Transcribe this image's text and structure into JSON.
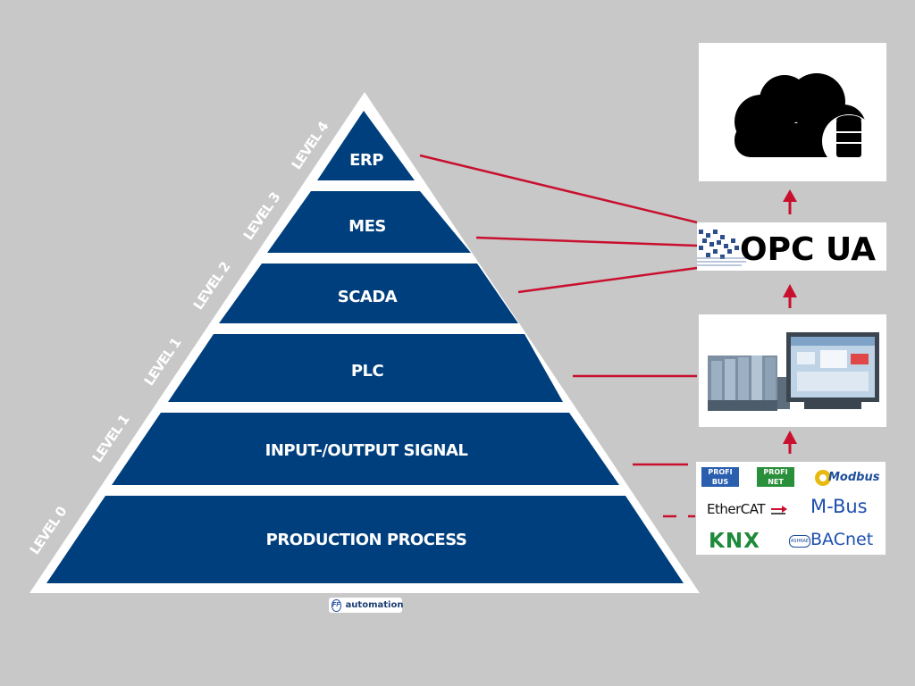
{
  "pyramid": {
    "tiers": [
      {
        "label": "ERP"
      },
      {
        "label": "MES"
      },
      {
        "label": "SCADA"
      },
      {
        "label": "PLC"
      },
      {
        "label": "INPUT-/OUTPUT SIGNAL"
      },
      {
        "label": "PRODUCTION PROCESS"
      }
    ],
    "levels": [
      "LEVEL 4",
      "LEVEL 3",
      "LEVEL 2",
      "LEVEL 1",
      "LEVEL 1",
      "LEVEL 0"
    ]
  },
  "right_stack": {
    "opc_label": "OPC UA",
    "protocols": {
      "profibus": "PROFI BUS",
      "profinet": "PROFI NET",
      "modbus": "Modbus",
      "ethercat": "EtherCAT",
      "mbus": "M-Bus",
      "knx": "KNX",
      "ashrae": "ASHRAE",
      "bacnet": "BACnet"
    }
  },
  "brand": {
    "name": "automation",
    "mark": "FF"
  },
  "colors": {
    "tier": "#003f7d",
    "connector": "#c8102e",
    "background": "#c8c8c8"
  },
  "icons": [
    "cloud-icon",
    "database-icon",
    "hmi-panel-icon"
  ]
}
